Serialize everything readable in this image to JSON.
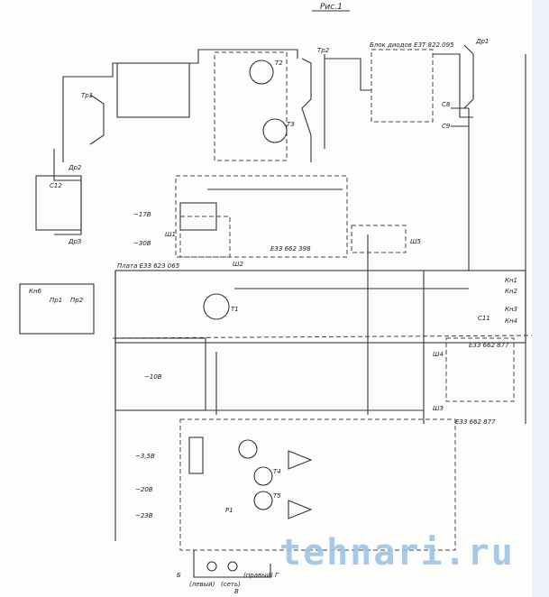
{
  "title": "Рис.1",
  "labels": {
    "tr1": "Тр1",
    "tr2": "Тр2",
    "dr1": "Др1",
    "dr2": "Др2",
    "dr3": "Др3",
    "t2": "Т2",
    "t3": "Т3",
    "t1": "Т1",
    "t4": "Т4",
    "t5": "Т5",
    "diode_block": "Блок диодов Е3Т 822.095",
    "board1": "Е3З 662 398",
    "board2": "Плата Е3З 623 065",
    "board3": "Е3З 662 877",
    "board4": "Е3З 662 877",
    "sh1": "Ш1",
    "sh2": "Ш2",
    "sh3": "Ш3",
    "sh4": "Ш4",
    "sh5": "Ш5",
    "v17": "~17В",
    "v30": "~30В",
    "v10": "~10В",
    "v35": "~3,5В",
    "v20": "~20В",
    "v23": "~23В",
    "kn1": "Кн1",
    "kn2": "Кн2",
    "kn3": "Кн3",
    "kn4": "Кн4",
    "c11": "С11",
    "c12": "С12",
    "c8": "С8",
    "c9": "С9",
    "pr1": "Пр1",
    "pr2": "Пр2",
    "kn6": "Кн6",
    "p1": "Р1",
    "lamp_left": "(левый)",
    "lamp_mid": "(сеть)",
    "lamp_right": "(правый)",
    "b": "Б",
    "g": "Г",
    "v": "В"
  },
  "watermark": "tehnari.ru"
}
